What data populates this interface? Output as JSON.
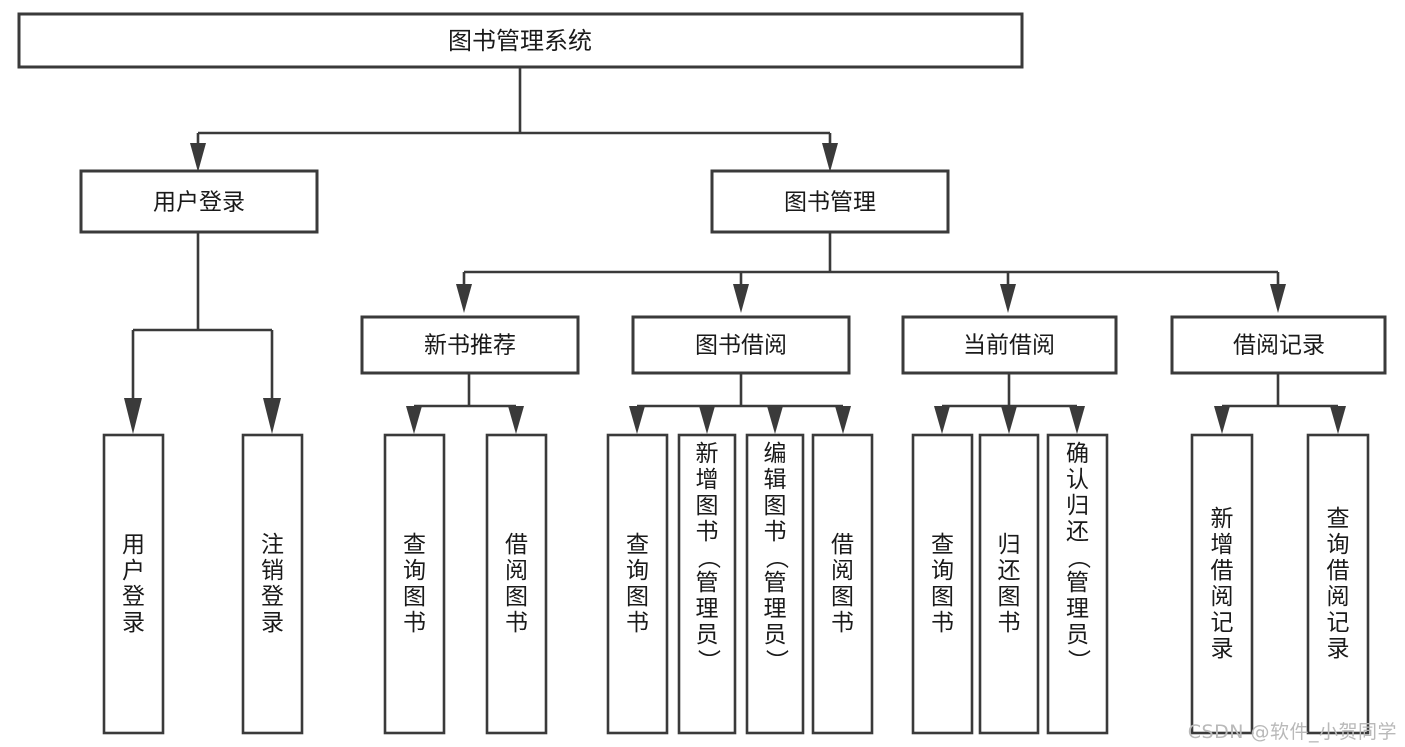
{
  "diagram": {
    "title": "图书管理系统",
    "type": "hierarchy-tree",
    "watermark": "CSDN @软件_小贺同学",
    "colors": {
      "stroke": "#3a3a3a",
      "fill": "#ffffff",
      "text": "#1a1a1a",
      "watermark": "#b9b9b9"
    },
    "levels": {
      "root": "图书管理系统",
      "level2": [
        "用户登录",
        "图书管理"
      ],
      "level3": [
        "新书推荐",
        "图书借阅",
        "当前借阅",
        "借阅记录"
      ]
    },
    "nodes": {
      "root": {
        "label": "图书管理系统"
      },
      "user_login": {
        "label": "用户登录"
      },
      "book_manage": {
        "label": "图书管理"
      },
      "new_book_rec": {
        "label": "新书推荐"
      },
      "book_borrow": {
        "label": "图书借阅"
      },
      "current_borrow": {
        "label": "当前借阅"
      },
      "borrow_record": {
        "label": "借阅记录"
      }
    },
    "leaves": {
      "user_login": [
        {
          "label": "用户登录"
        },
        {
          "label": "注销登录"
        }
      ],
      "new_book_rec": [
        {
          "label": "查询图书"
        },
        {
          "label": "借阅图书"
        }
      ],
      "book_borrow": [
        {
          "label": "查询图书"
        },
        {
          "label": "新增图书（管理员）"
        },
        {
          "label": "编辑图书（管理员）"
        },
        {
          "label": "借阅图书"
        }
      ],
      "current_borrow": [
        {
          "label": "查询图书"
        },
        {
          "label": "归还图书"
        },
        {
          "label": "确认归还（管理员）"
        }
      ],
      "borrow_record": [
        {
          "label": "新增借阅记录"
        },
        {
          "label": "查询借阅记录"
        }
      ]
    }
  }
}
